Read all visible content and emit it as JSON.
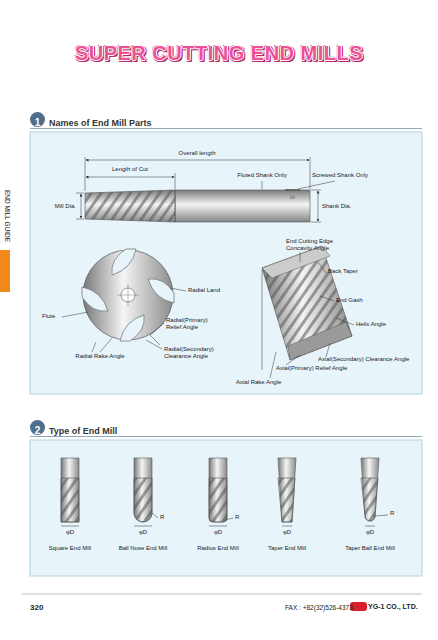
{
  "diagram": {
    "title": "SUPER CUTTING END MILLS",
    "nodes": [
      {
        "text": [
          "Names of End Mill Parts"
        ]
      },
      {
        "text": [
          "1"
        ],
        "in": 0
      },
      {
        "text": [
          "Type of End Mill"
        ]
      },
      {
        "text": [
          "2"
        ],
        "in": 2
      },
      {
        "text": [
          "YG"
        ]
      }
    ],
    "labels": [
      "Overall length",
      "Length of Cut",
      "Fluted Shank Only",
      "Screwed Shank Only",
      "Mill Dia.",
      "Shank Dia.",
      "Flute",
      "Radial Land",
      "Radial(Primary) Relief Angle",
      "Radial(Secondary) Clearance Angle",
      "Radial Rake Angle",
      "End Cutting Edge Concavity Angle",
      "Back Taper",
      "End Gash",
      "Helix Angle",
      "Axial(Secondary) Clearance Angle",
      "Axial(Primary) Relief Angle",
      "Axial Rake Angle",
      "φD",
      "φD",
      "φD",
      "φD",
      "φD",
      "R",
      "R",
      "R",
      "Square End Mill",
      "Ball Nose End Mill",
      "Radius End Mill",
      "Taper End Mill",
      "Taper Ball End Mill",
      "END MILL GUIDE",
      "320",
      "FAX : +82(32)526-4373",
      "YG-1 CO., LTD."
    ]
  }
}
